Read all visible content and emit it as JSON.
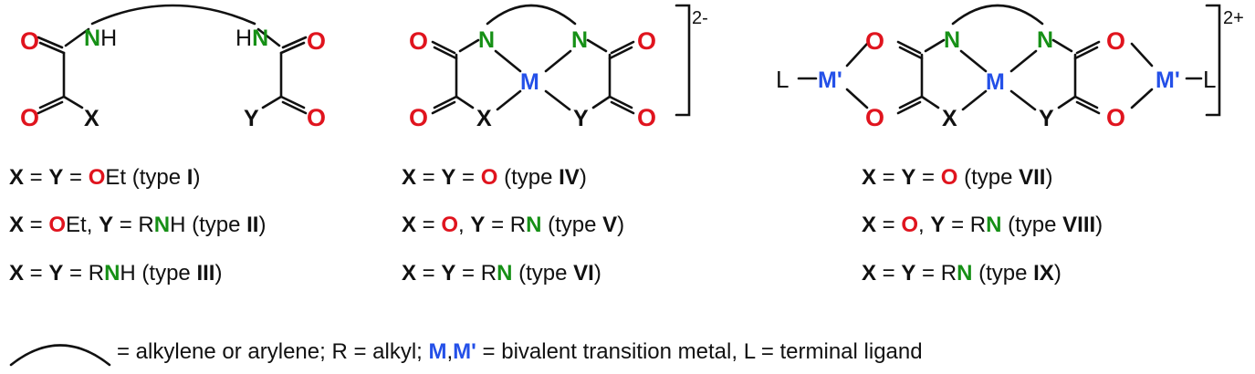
{
  "structures": {
    "ligand": {
      "O1": "O",
      "O2": "O",
      "O3": "O",
      "O4": "O",
      "NH1": "NH",
      "NH2": "HN",
      "X": "X",
      "Y": "Y"
    },
    "mono": {
      "O1": "O",
      "O2": "O",
      "O3": "O",
      "O4": "O",
      "N1": "N",
      "N2": "N",
      "M": "M",
      "X": "X",
      "Y": "Y",
      "charge": "2-"
    },
    "tri": {
      "O1": "O",
      "O2": "O",
      "O3": "O",
      "O4": "O",
      "N1": "N",
      "N2": "N",
      "M": "M",
      "Mp1": "M'",
      "Mp2": "M'",
      "L1": "L",
      "L2": "L",
      "X": "X",
      "Y": "Y",
      "charge": "2+"
    }
  },
  "captions": {
    "col1": [
      {
        "a": "X",
        "eq1": " = ",
        "b": "Y",
        "eq2": " = ",
        "o": "O",
        "rest": "Et (type ",
        "type": "I",
        "close": ")"
      },
      {
        "a": "X",
        "eq1": " = ",
        "o": "O",
        "mid": "Et, ",
        "b": "Y",
        "eq2": " = R",
        "n": "N",
        "rest": "H (type ",
        "type": "II",
        "close": ")"
      },
      {
        "a": "X",
        "eq1": " = ",
        "b": "Y",
        "eq2": " = R",
        "n": "N",
        "rest": "H (type ",
        "type": "III",
        "close": ")"
      }
    ],
    "col2": [
      {
        "a": "X",
        "eq1": " = ",
        "b": "Y",
        "eq2": " = ",
        "o": "O",
        "rest": " (type ",
        "type": "IV",
        "close": ")"
      },
      {
        "a": "X",
        "eq1": " = ",
        "o": "O",
        "mid": ", ",
        "b": "Y",
        "eq2": " = R",
        "n": "N",
        "rest": " (type ",
        "type": "V",
        "close": ")"
      },
      {
        "a": "X",
        "eq1": " = ",
        "b": "Y",
        "eq2": " = R",
        "n": "N",
        "rest": " (type ",
        "type": "VI",
        "close": ")"
      }
    ],
    "col3": [
      {
        "a": "X",
        "eq1": " = ",
        "b": "Y",
        "eq2": " = ",
        "o": "O",
        "rest": " (type ",
        "type": "VII",
        "close": ")"
      },
      {
        "a": "X",
        "eq1": " = ",
        "o": "O",
        "mid": ", ",
        "b": "Y",
        "eq2": " = R",
        "n": "N",
        "rest": " (type ",
        "type": "VIII",
        "close": ")"
      },
      {
        "a": "X",
        "eq1": " = ",
        "b": "Y",
        "eq2": " = R",
        "n": "N",
        "rest": " (type ",
        "type": "IX",
        "close": ")"
      }
    ]
  },
  "legend": {
    "part1": " = alkylene or arylene; R = alkyl; ",
    "m": "M",
    "comma": ",",
    "mp": "M'",
    "part2": " = bivalent transition metal, L = terminal ligand"
  },
  "colors": {
    "oxygen": "#e0141e",
    "nitrogen": "#169016",
    "metal": "#2450e8",
    "text": "#111111"
  }
}
